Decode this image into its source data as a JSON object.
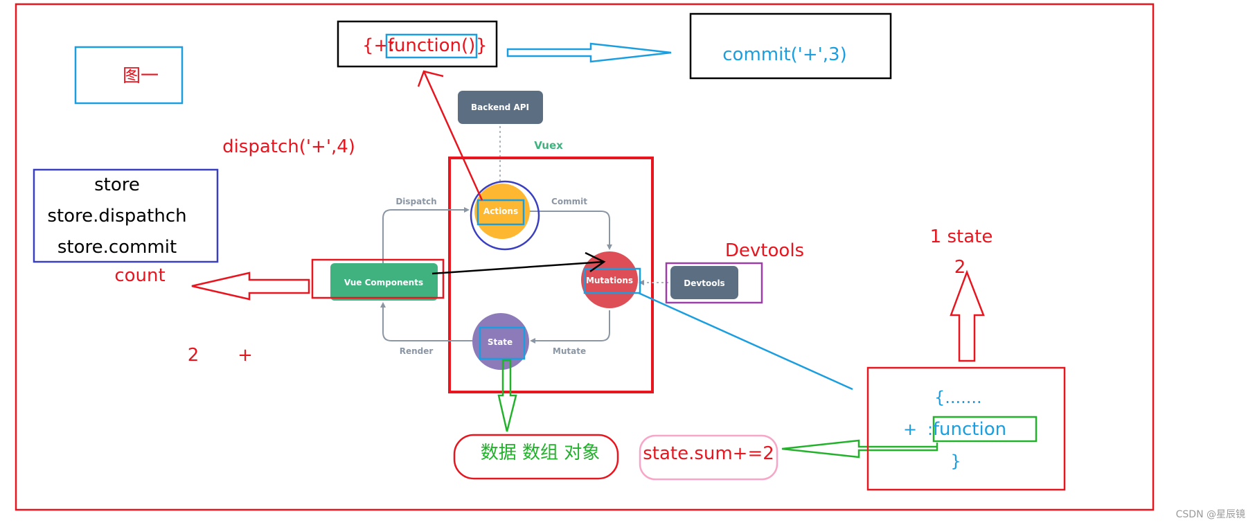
{
  "colors": {
    "red": "#e8141e",
    "blue": "#1a9ee0",
    "green": "#22b12a",
    "dark_blue": "#3a3fbf",
    "purple": "#9b3fa8",
    "pink": "#f7a6c7",
    "vuex_green": "#3fb27f",
    "slate": "#5b6e82",
    "orange": "#fdb731",
    "mutation_red": "#de4e56",
    "state_purple": "#8d7ab9",
    "gray_arrow": "#8a96a3"
  },
  "labels": {
    "figure_tag": "图一",
    "store": "store",
    "store_dispatch": "store.dispathch",
    "store_commit": "store.commit",
    "count": "count",
    "two": "2",
    "plus": "+",
    "dispatch_call": "dispatch('+',4)",
    "object_open": "{+:",
    "function_call": "function()",
    "object_close": "}",
    "commit_call": "commit('+',3)",
    "devtools_label": "Devtools",
    "one_state": "1 state",
    "state_value": "2",
    "map_open": "{.......",
    "map_plus": "+",
    "map_colon": ":",
    "map_function": "function",
    "map_close": "}",
    "state_sum": "state.sum+=2",
    "data_types": "数据 数组 对象",
    "watermark": "CSDN @星辰镜"
  },
  "vuex": {
    "title": "Vuex",
    "backend_api": "Backend API",
    "actions": "Actions",
    "mutations": "Mutations",
    "state": "State",
    "vue_components": "Vue Components",
    "devtools": "Devtools",
    "dispatch": "Dispatch",
    "commit": "Commit",
    "mutate": "Mutate",
    "render": "Render"
  }
}
